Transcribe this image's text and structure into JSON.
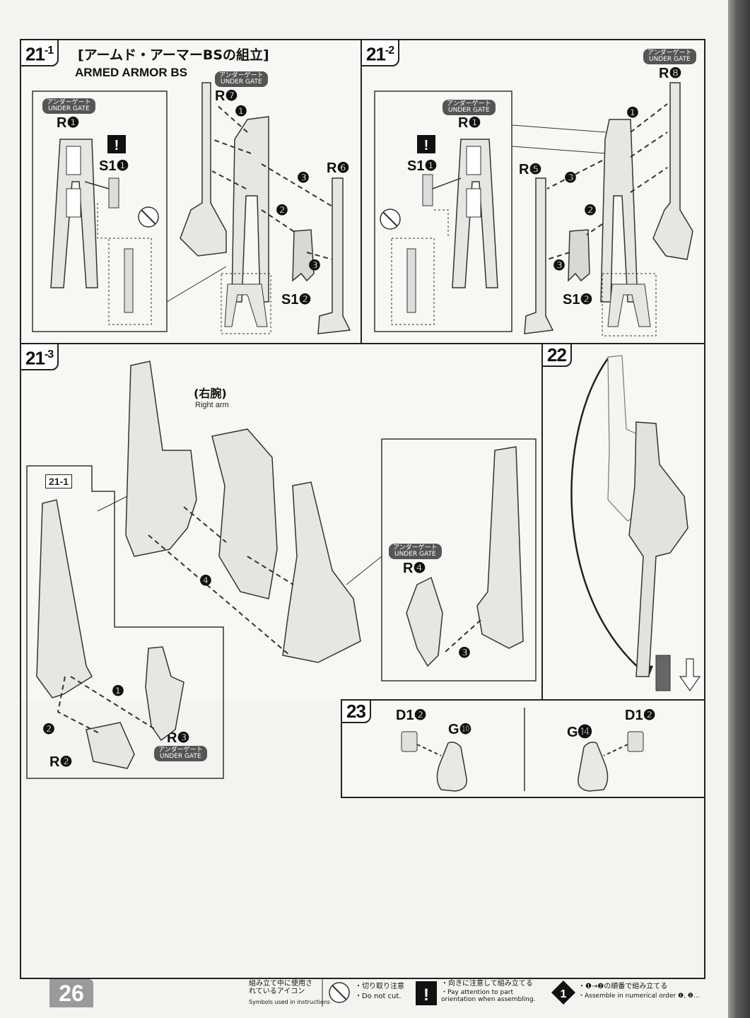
{
  "page_number": "26",
  "step_21_1": {
    "step": "21",
    "sub": "-1",
    "title_jp": "[アームド・アーマーBSの組立]",
    "title_en": "ARMED ARMOR BS",
    "badges": [
      {
        "jp": "アンダーゲート",
        "en": "UNDER GATE"
      },
      {
        "jp": "アンダーゲート",
        "en": "UNDER GATE"
      }
    ],
    "parts": [
      "R❶",
      "S1❶",
      "R❼",
      "R❻",
      "S1❷"
    ],
    "arrow_numbers": [
      "❶",
      "❷",
      "❸",
      "❸"
    ]
  },
  "step_21_2": {
    "step": "21",
    "sub": "-2",
    "badges": [
      {
        "jp": "アンダーゲート",
        "en": "UNDER GATE"
      },
      {
        "jp": "アンダーゲート",
        "en": "UNDER GATE"
      }
    ],
    "parts": [
      "R❽",
      "R❶",
      "S1❶",
      "R❺",
      "S1❷"
    ],
    "arrow_numbers": [
      "❶",
      "❸",
      "❷",
      "❸"
    ]
  },
  "step_21_3": {
    "step": "21",
    "sub": "-3",
    "right_arm_jp": "(右腕)",
    "right_arm_en": "Right arm",
    "ref_step": "21-1",
    "badges": [
      {
        "jp": "アンダーゲート",
        "en": "UNDER GATE"
      },
      {
        "jp": "アンダーゲート",
        "en": "UNDER GATE"
      }
    ],
    "parts": [
      "R❹",
      "R❸",
      "R❷"
    ],
    "arrow_numbers": [
      "❹",
      "❸",
      "❶",
      "❷"
    ]
  },
  "step_22": {
    "step": "22"
  },
  "step_23": {
    "step": "23",
    "parts_left": [
      "D1❷",
      "G❿"
    ],
    "parts_right": [
      "G⓮",
      "D1❷"
    ]
  },
  "footer": {
    "legend_title_jp": "組み立て中に使用されているアイコン",
    "legend_title_en": "Symbols used in instructions",
    "cut_jp": "・切り取り注意",
    "cut_en": "・Do not cut.",
    "orient_jp": "・向きに注意して組み立てる",
    "orient_en": "・Pay attention to part orientation when assembling.",
    "order_jp": "・❶→❷の順番で組み立てる",
    "order_en": "・Assemble in numerical order ❶, ❷..."
  }
}
